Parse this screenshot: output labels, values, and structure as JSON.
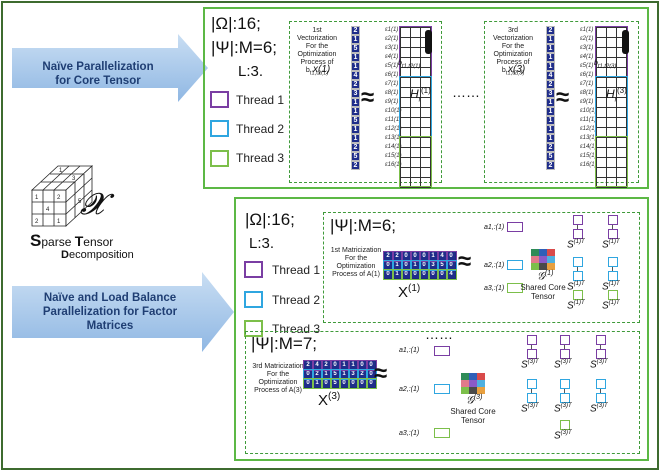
{
  "arrows": {
    "top": {
      "line1": "Naïve Parallelization",
      "line2": "for Core Tensor"
    },
    "bottom": {
      "line1": "Naïve and Load Balance",
      "line2": "Parallelization for Factor",
      "line3": "Matrices"
    }
  },
  "tensor": {
    "symbol": "𝓧",
    "title_s": "S",
    "title_rest1": "parse ",
    "title_t": "T",
    "title_rest2": "ensor",
    "title_d": "D",
    "title_rest3": "ecomposition"
  },
  "top_panel": {
    "omega": "|Ω|:16;",
    "psi": "|Ψ|:M=6;",
    "l": "L:3.",
    "threads": [
      "Thread 1",
      "Thread 2",
      "Thread 3"
    ],
    "vec1_title": "1st Vectorization For the Optimization Process of b",
    "vec1_sub": "t1,t2(1)",
    "x1_label": "x(1)",
    "h1_label": "H",
    "h1_sup": "(1)",
    "h1_sub": "r",
    "dots": "……",
    "vec3_title": "3rd Vectorization For the Optimization Process of b",
    "vec3_sub": "t1,t2(3)",
    "x3_label": "x(3)",
    "h3_label": "H",
    "h3_sup": "(3)",
    "h3_sub": "r",
    "b_label_1": "b",
    "b_label_1_sub": "t1,t2(1)",
    "b_label_3": "b",
    "b_label_3_sub": "t1,t2(3)",
    "vec_values_1": [
      "2",
      "1",
      "5",
      "1",
      "1",
      "4",
      "2",
      "3",
      "1",
      "1",
      "5",
      "1",
      "1",
      "2",
      "5",
      "2"
    ],
    "vec_values_3": [
      "2",
      "1",
      "1",
      "1",
      "1",
      "4",
      "2",
      "3",
      "1",
      "1",
      "1",
      "1",
      "1",
      "2",
      "5",
      "2"
    ],
    "row_labels": [
      "ε1(1)",
      "ε2(1)",
      "ε3(1)",
      "ε4(1)",
      "ε5(1)",
      "ε6(1)",
      "ε7(1)",
      "ε8(1)",
      "ε9(1)",
      "ε10(1)",
      "ε11(1)",
      "ε12(1)",
      "ε13(1)",
      "ε14(1)",
      "ε15(1)",
      "ε16(1)"
    ]
  },
  "bottom_panel": {
    "omega": "|Ω|:16;",
    "l": "L:3.",
    "threads": [
      "Thread 1",
      "Thread 2",
      "Thread 3"
    ],
    "sub1": {
      "psi": "|Ψ|:M=6;",
      "mat_title": "1st Matricization For the Optimization Process of A(1)",
      "x_label": "X",
      "x_sup": "(1)",
      "a_labels": [
        "a1,:(1)",
        "a2,:(1)",
        "a3,:(1)"
      ],
      "core_label_1": "Shared Core",
      "core_label_2": "Tensor",
      "g_symbol": "𝒢",
      "g_sup": "(1)",
      "s_label": "S",
      "s_sup": "(1)T",
      "matrix_rows": [
        [
          "2",
          "2",
          "0",
          "0",
          "0",
          "1",
          "4",
          "0"
        ],
        [
          "0",
          "1",
          "0",
          "1",
          "0",
          "3",
          "5",
          "0"
        ],
        [
          "0",
          "1",
          "0",
          "0",
          "0",
          "0",
          "0",
          "4"
        ]
      ]
    },
    "dots": "……",
    "sub3": {
      "psi": "|Ψ|:M=7;",
      "mat_title": "3rd Matricization For the Optimization Process of A(3)",
      "x_label": "X",
      "x_sup": "(3)",
      "a_labels": [
        "a1,:(1)",
        "a2,:(1)",
        "a3,:(1)"
      ],
      "core_label_1": "Shared Core",
      "core_label_2": "Tensor",
      "g_symbol": "𝒢",
      "g_sup": "(3)",
      "s_label": "S",
      "s_sup": "(3)T",
      "matrix_rows": [
        [
          "2",
          "4",
          "2",
          "0",
          "1",
          "1",
          "0",
          "0"
        ],
        [
          "0",
          "2",
          "1",
          "5",
          "1",
          "3",
          "2",
          "0"
        ],
        [
          "0",
          "1",
          "0",
          "5",
          "0",
          "0",
          "0",
          "0"
        ]
      ]
    }
  },
  "colors": {
    "purple": "#7a3ea3",
    "blue": "#2fa6e0",
    "green": "#7cbf4a",
    "navy": "#1f2d8a",
    "frame_green": "#3d6b2f",
    "box_green": "#5cb845",
    "arrow_fill": "#a8c9ea",
    "arrow_text": "#1f3e73"
  }
}
